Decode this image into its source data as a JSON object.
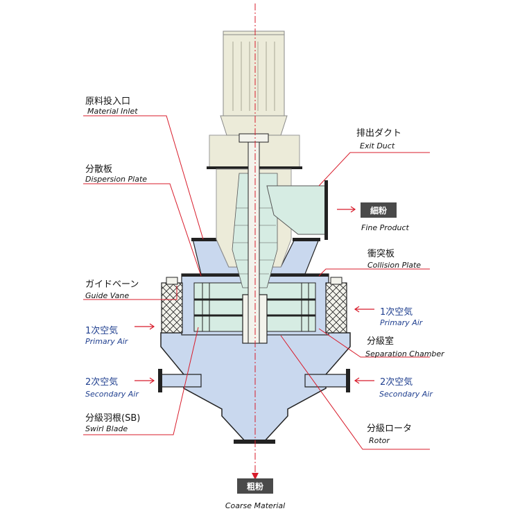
{
  "labels": {
    "material_inlet": {
      "jp": "原料投入口",
      "en": "Material Inlet"
    },
    "dispersion_plate": {
      "jp": "分散板",
      "en": "Dispersion Plate"
    },
    "guide_vane": {
      "jp": "ガイドベーン",
      "en": "Guide Vane"
    },
    "primary_air_left": {
      "jp": "1次空気",
      "en": "Primary Air"
    },
    "secondary_air_left": {
      "jp": "2次空気",
      "en": "Secondary Air"
    },
    "swirl_blade": {
      "jp": "分級羽根(SB)",
      "en": "Swirl Blade"
    },
    "exit_duct": {
      "jp": "排出ダクト",
      "en": "Exit Duct"
    },
    "fine_product": {
      "jp": "細粉",
      "en": "Fine Product"
    },
    "collision_plate": {
      "jp": "衝突板",
      "en": "Collision Plate"
    },
    "primary_air_right": {
      "jp": "1次空気",
      "en": "Primary Air"
    },
    "separation_chamber": {
      "jp": "分級室",
      "en": "Separation Chamber"
    },
    "secondary_air_right": {
      "jp": "2次空気",
      "en": "Secondary Air"
    },
    "rotor": {
      "jp": "分級ロータ",
      "en": "Rotor"
    },
    "coarse_material": {
      "jp": "粗粉",
      "en": "Coarse Material"
    }
  },
  "colors": {
    "leader_red": "#d81b2a",
    "body_blue": "#c9d8ee",
    "motor_beige": "#ecebd9",
    "chamber_green": "#d6ece3",
    "air_blue_text": "#1f3f8f",
    "badge_dark": "#4a4a4a"
  }
}
